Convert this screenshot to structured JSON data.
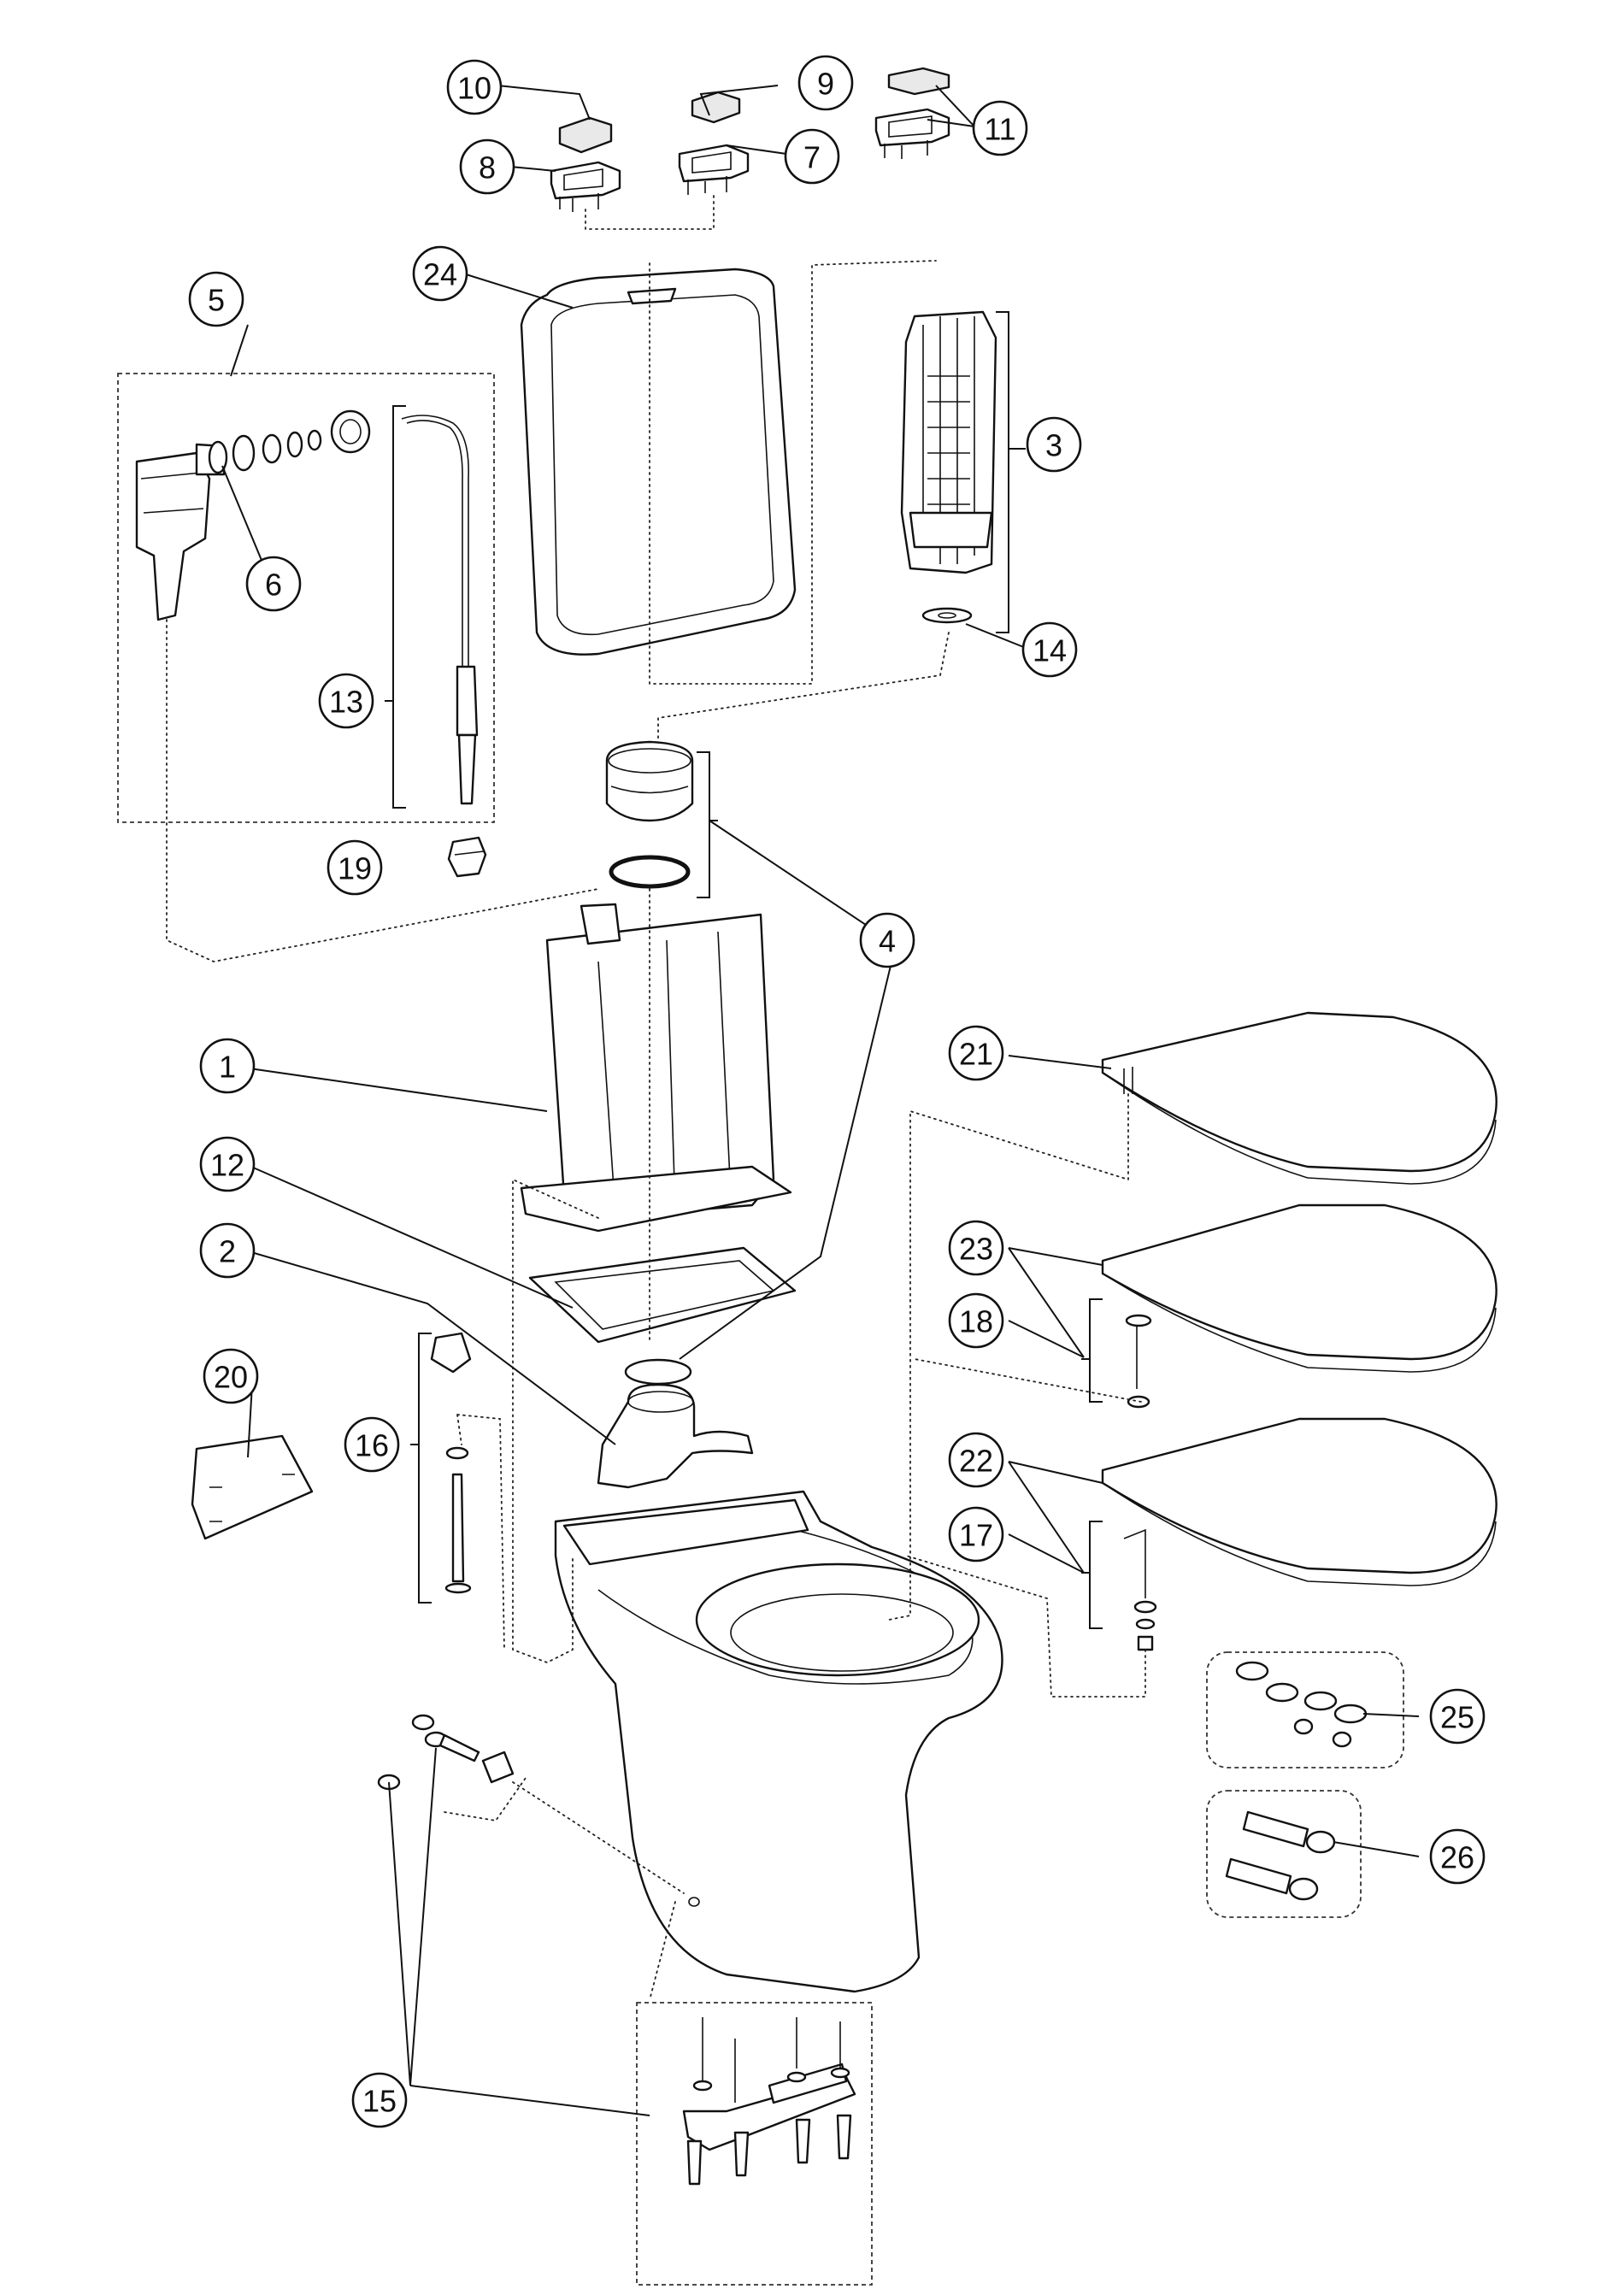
{
  "diagram": {
    "type": "exploded-parts-view",
    "callouts": [
      {
        "id": "c1",
        "label": "1"
      },
      {
        "id": "c2",
        "label": "2"
      },
      {
        "id": "c3",
        "label": "3"
      },
      {
        "id": "c4",
        "label": "4"
      },
      {
        "id": "c5",
        "label": "5"
      },
      {
        "id": "c6",
        "label": "6"
      },
      {
        "id": "c7",
        "label": "7"
      },
      {
        "id": "c8",
        "label": "8"
      },
      {
        "id": "c9",
        "label": "9"
      },
      {
        "id": "c10",
        "label": "10"
      },
      {
        "id": "c11",
        "label": "11"
      },
      {
        "id": "c12",
        "label": "12"
      },
      {
        "id": "c13",
        "label": "13"
      },
      {
        "id": "c14",
        "label": "14"
      },
      {
        "id": "c15",
        "label": "15"
      },
      {
        "id": "c16",
        "label": "16"
      },
      {
        "id": "c17",
        "label": "17"
      },
      {
        "id": "c18",
        "label": "18"
      },
      {
        "id": "c19",
        "label": "19"
      },
      {
        "id": "c20",
        "label": "20"
      },
      {
        "id": "c21",
        "label": "21"
      },
      {
        "id": "c22",
        "label": "22"
      },
      {
        "id": "c23",
        "label": "23"
      },
      {
        "id": "c24",
        "label": "24"
      },
      {
        "id": "c25",
        "label": "25"
      },
      {
        "id": "c26",
        "label": "26"
      }
    ]
  },
  "colors": {
    "line": "#111111",
    "background": "#ffffff",
    "part_shading": "#e9e9e9"
  }
}
